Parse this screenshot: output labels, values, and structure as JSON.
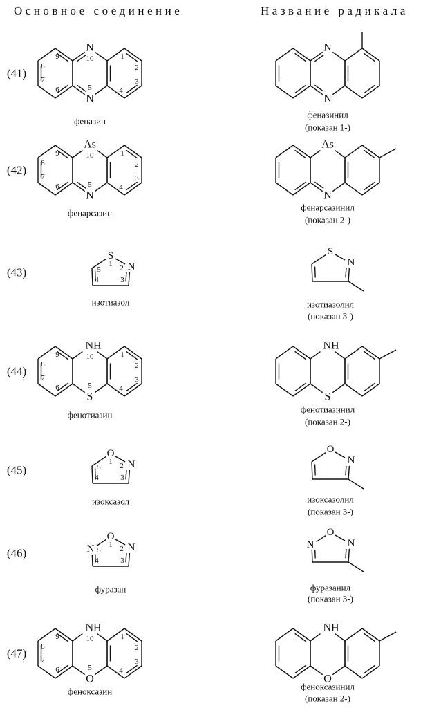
{
  "header": {
    "left": "Основное соединение",
    "right": "Название радикала"
  },
  "compounds": [
    {
      "id": "(41)",
      "top": "N",
      "bottom": "N",
      "name": "феназин",
      "radical_name": "феназинил",
      "radical_note": "(показан 1-)",
      "locants": [
        "1",
        "2",
        "3",
        "4",
        "5",
        "6",
        "7",
        "8",
        "9",
        "10"
      ]
    },
    {
      "id": "(42)",
      "top": "As",
      "bottom": "N",
      "name": "фенарсазин",
      "radical_name": "фенарсазинил",
      "radical_note": "(показан 2-)",
      "locants": [
        "1",
        "2",
        "3",
        "4",
        "5",
        "6",
        "7",
        "8",
        "9",
        "10"
      ]
    },
    {
      "id": "(43)",
      "top": "S",
      "right": "N",
      "name": "изотиазол",
      "radical_name": "изотиазолил",
      "radical_note": "(показан 3-)",
      "locants": [
        "1",
        "2",
        "3",
        "4",
        "5"
      ]
    },
    {
      "id": "(44)",
      "top": "NH",
      "bottom": "S",
      "name": "фенотиазин",
      "radical_name": "фенотиазинил",
      "radical_note": "(показан 2-)",
      "locants": [
        "1",
        "2",
        "3",
        "4",
        "5",
        "6",
        "7",
        "8",
        "9",
        "10"
      ]
    },
    {
      "id": "(45)",
      "top": "O",
      "right": "N",
      "name": "изоксазол",
      "radical_name": "изоксазолил",
      "radical_note": "(показан 3-)",
      "locants": [
        "1",
        "2",
        "3",
        "4",
        "5"
      ]
    },
    {
      "id": "(46)",
      "top": "O",
      "right": "N",
      "left": "N",
      "name": "фуразан",
      "radical_name": "фуразанил",
      "radical_note": "(показан 3-)",
      "locants": [
        "1",
        "2",
        "3",
        "4",
        "5"
      ]
    },
    {
      "id": "(47)",
      "top": "NH",
      "bottom": "O",
      "name": "феноксазин",
      "radical_name": "феноксазинил",
      "radical_note": "(показан 2-)",
      "locants": [
        "1",
        "2",
        "3",
        "4",
        "5",
        "6",
        "7",
        "8",
        "9",
        "10"
      ]
    }
  ]
}
